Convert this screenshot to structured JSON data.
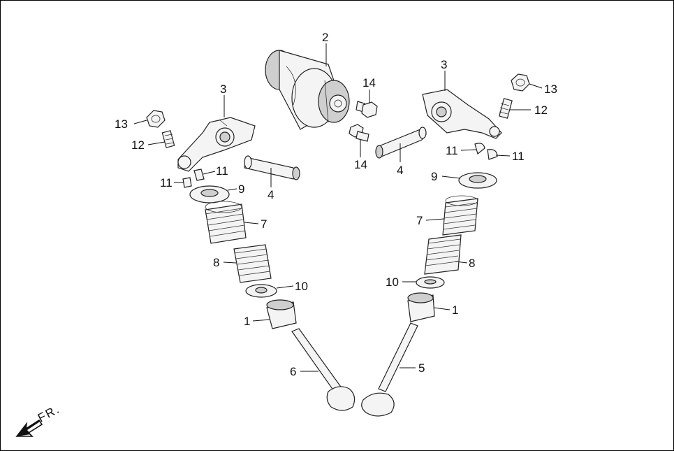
{
  "diagram": {
    "callouts": {
      "c1_left": "1",
      "c1_right": "1",
      "c2": "2",
      "c3_left": "3",
      "c3_right": "3",
      "c4_left": "4",
      "c4_right": "4",
      "c5": "5",
      "c6": "6",
      "c7_left": "7",
      "c7_right": "7",
      "c8_left": "8",
      "c8_right": "8",
      "c9_left": "9",
      "c9_right": "9",
      "c10_left": "10",
      "c10_right": "10",
      "c11_left_a": "11",
      "c11_left_b": "11",
      "c11_right_a": "11",
      "c11_right_b": "11",
      "c12_left": "12",
      "c12_right": "12",
      "c13_left": "13",
      "c13_right": "13",
      "c14_top": "14",
      "c14_bottom": "14"
    },
    "direction_label": "FR."
  },
  "colors": {
    "line": "#111111",
    "fill": "#f4f4f4",
    "shade": "#cfcfcf"
  }
}
